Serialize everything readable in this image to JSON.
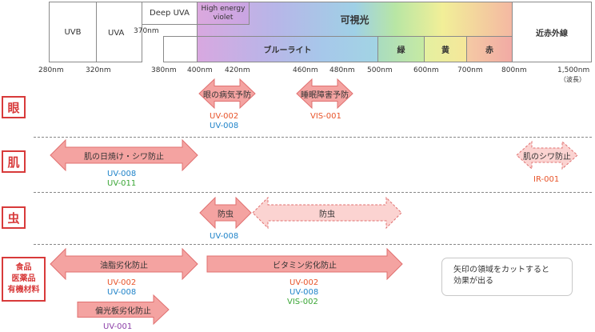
{
  "colors": {
    "uv_code": "#e8542a",
    "blue_code": "#1f83c9",
    "green_code": "#3aa635",
    "purple_code": "#8c3fa8",
    "arrow_fill": "#f4a3a1",
    "arrow_stroke": "#e07070",
    "dashed_arrow_fill": "#fbd3d1",
    "category_red": "#d83a3a"
  },
  "spectrum": {
    "uvb": "UVB",
    "uva": "UVA",
    "uva_370": "370nm",
    "deep_uva": "Deep UVA",
    "high_energy_violet": "High energy\nviolet",
    "visible": "可視光",
    "near_infrared": "近赤外線",
    "blue_light": "ブルーライト",
    "green": "緑",
    "yellow": "黄",
    "red": "赤"
  },
  "ticks": [
    "280nm",
    "320nm",
    "380nm",
    "400nm",
    "420nm",
    "460nm",
    "480nm",
    "500nm",
    "600nm",
    "700nm",
    "800nm",
    "1,500nm"
  ],
  "tick_unit_note": "（波長）",
  "categories": {
    "eye": "眼",
    "skin": "肌",
    "insect": "虫",
    "food": "食品\n医薬品\n有機材料"
  },
  "arrows": {
    "eye_disease": "眼の病気予防",
    "sleep_disorder": "睡眠障害予防",
    "skin_tan": "肌の日焼け・シワ防止",
    "skin_wrinkle_ir": "肌のシワ防止",
    "insect_solid": "防虫",
    "insect_dashed": "防虫",
    "oil_degradation": "油脂劣化防止",
    "vitamin_degradation": "ビタミン劣化防止",
    "polarizer_degradation": "偏光板劣化防止"
  },
  "codes": {
    "eye1": [
      "UV-002",
      "UV-008"
    ],
    "eye2": [
      "VIS-001"
    ],
    "skin1": [
      "UV-008",
      "UV-011"
    ],
    "skin2": [
      "IR-001"
    ],
    "insect": [
      "UV-008"
    ],
    "food1": [
      "UV-002",
      "UV-008"
    ],
    "food2": [
      "UV-002",
      "UV-008",
      "VIS-002"
    ],
    "polarizer": [
      "UV-001"
    ]
  },
  "note": "矢印の領域をカットすると\n効果が出る"
}
